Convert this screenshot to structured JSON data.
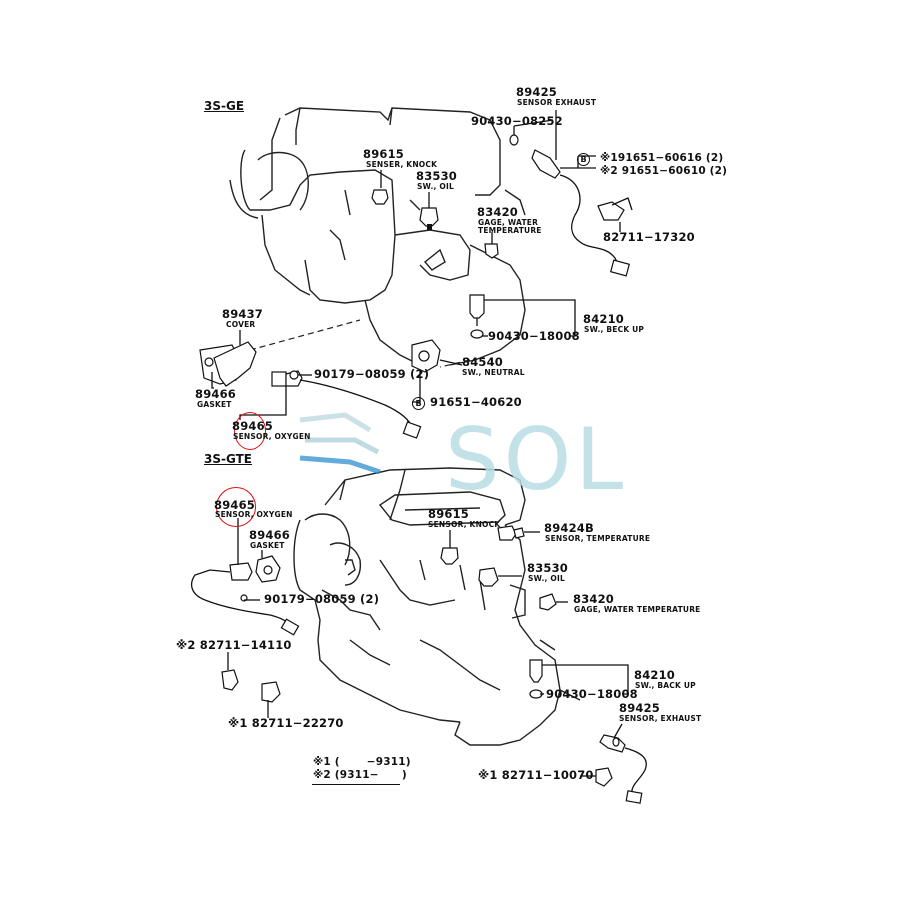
{
  "sections": {
    "top": "3S-GE",
    "bottom": "3S-GTE"
  },
  "watermark": "SOL",
  "colors": {
    "highlight": "#e01010",
    "watermark": "#b9dde5",
    "line": "#111111"
  },
  "labels": {
    "t89425": "89425",
    "t89425s": "SENSOR EXHAUST",
    "t90430_08252": "90430−08252",
    "t191651": "※191651−60616 (2)",
    "t291651": "※2 91651−60610 (2)",
    "t82711_17320": "82711−17320",
    "t89615": "89615",
    "t89615s": "SENSER, KNOCK",
    "t83530": "83530",
    "t83530s": "SW., OIL",
    "t83420": "83420",
    "t83420s1": "GAGE, WATER",
    "t83420s2": "TEMPERATURE",
    "t84210": "84210",
    "t84210s": "SW., BECK UP",
    "t90430_18008": "90430−18008",
    "t89437": "89437",
    "t89437s": "COVER",
    "t90179": "90179−08059 (2)",
    "t84540": "84540",
    "t84540s": "SW., NEUTRAL",
    "t89466": "89466",
    "t89466s": "GASKET",
    "t91651_40620": "91651−40620",
    "t89465": "89465",
    "t89465s": "SENSOR, OXYGEN",
    "b89465": "89465",
    "b89465s": "SENSOR, OXYGEN",
    "b89466": "89466",
    "b89466s": "GASKET",
    "b90179": "90179−08059 (2)",
    "b89615": "89615",
    "b89615s": "SENSOR, KNOCK",
    "b89424": "89424B",
    "b89424s": "SENSOR, TEMPERATURE",
    "b83530": "83530",
    "b83530s": "SW., OIL",
    "b83420": "83420",
    "b83420s": "GAGE, WATER TEMPERATURE",
    "b84210": "84210",
    "b84210s": "SW., BACK UP",
    "b90430": "90430−18008",
    "b89425": "89425",
    "b89425s": "SENSOR, EXHAUST",
    "b82711_14110": "※2 82711−14110",
    "b82711_22270": "※1  82711−22270",
    "b82711_10070": "※1  82711−10070",
    "note1": "※1 (       −9311)",
    "note2": "※2 (9311−      )"
  },
  "callouts": {
    "b": "B"
  }
}
